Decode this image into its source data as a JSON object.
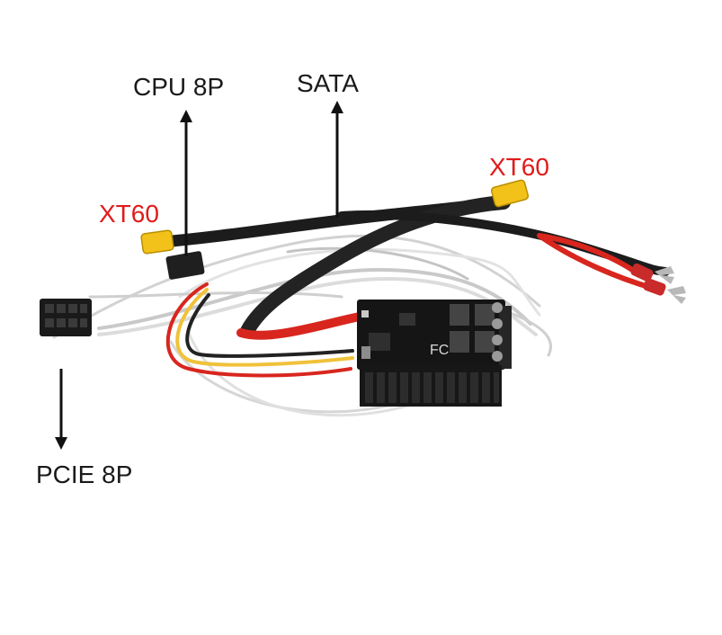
{
  "labels": {
    "cpu": "CPU 8P",
    "sata": "SATA",
    "xt60_right": "XT60",
    "xt60_left": "XT60",
    "pcie": "PCIE 8P"
  },
  "board_marking": "FC",
  "colors": {
    "label_black": "#1a1a1a",
    "label_red": "#e01b1b",
    "sleeve_black": "#1c1c1c",
    "wire_red": "#d8261e",
    "connector_yellow": "#f2c21a",
    "pcb_black": "#151515"
  }
}
